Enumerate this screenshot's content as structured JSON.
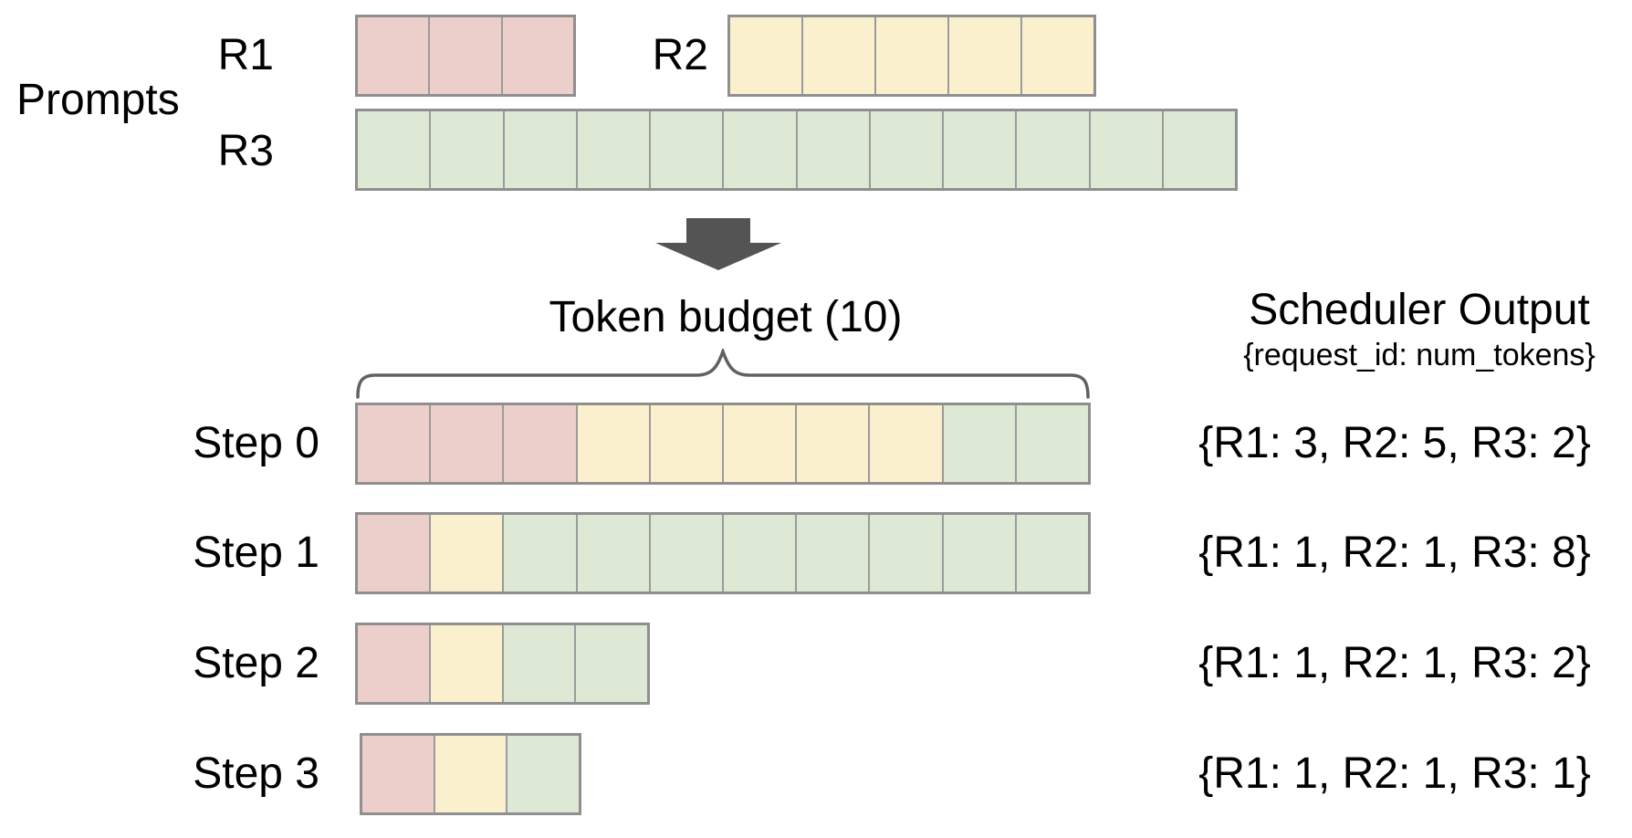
{
  "ui_colors": {
    "background": "#ffffff",
    "text": "#000000",
    "cell_border": "#9b9b9b",
    "row_border": "#8f8f8f",
    "arrow": "#545454",
    "brace": "#616161"
  },
  "request_colors": {
    "R1": "#eccfcb",
    "R2": "#faf0cd",
    "R3": "#dde8d5"
  },
  "icons": {
    "flow_arrow": "down-arrow"
  },
  "prompts": {
    "label": "Prompts",
    "requests": [
      {
        "id": "R1",
        "label": "R1",
        "tokens": 3
      },
      {
        "id": "R2",
        "label": "R2",
        "tokens": 5
      },
      {
        "id": "R3",
        "label": "R3",
        "tokens": 12
      }
    ]
  },
  "token_budget": {
    "label": "Token budget (10)",
    "value": 10
  },
  "scheduler": {
    "title": "Scheduler Output",
    "subtitle": "{request_id: num_tokens}"
  },
  "steps": [
    {
      "label": "Step 0",
      "segments": [
        {
          "request": "R1",
          "tokens": 3
        },
        {
          "request": "R2",
          "tokens": 5
        },
        {
          "request": "R3",
          "tokens": 2
        }
      ],
      "output_text": "{R1: 3, R2: 5, R3: 2}"
    },
    {
      "label": "Step 1",
      "segments": [
        {
          "request": "R1",
          "tokens": 1
        },
        {
          "request": "R2",
          "tokens": 1
        },
        {
          "request": "R3",
          "tokens": 8
        }
      ],
      "output_text": "{R1: 1, R2: 1, R3: 8}"
    },
    {
      "label": "Step 2",
      "segments": [
        {
          "request": "R1",
          "tokens": 1
        },
        {
          "request": "R2",
          "tokens": 1
        },
        {
          "request": "R3",
          "tokens": 2
        }
      ],
      "output_text": "{R1: 1, R2: 1, R3: 2}"
    },
    {
      "label": "Step 3",
      "segments": [
        {
          "request": "R1",
          "tokens": 1
        },
        {
          "request": "R2",
          "tokens": 1
        },
        {
          "request": "R3",
          "tokens": 1
        }
      ],
      "output_text": "{R1: 1, R2: 1, R3: 1}"
    }
  ]
}
